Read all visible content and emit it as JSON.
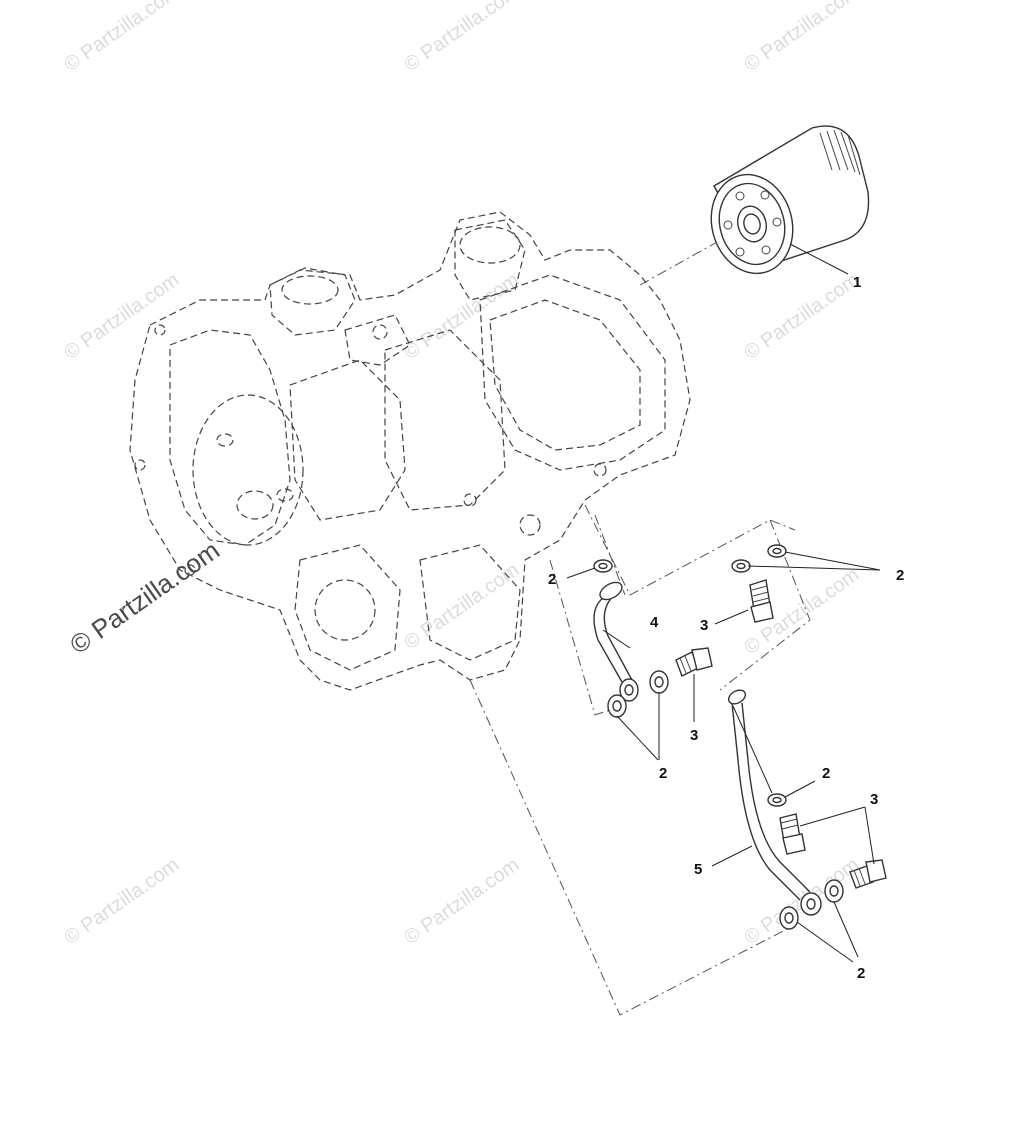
{
  "watermark": {
    "text": "© Partzilla.com",
    "large_text": "© Partzilla.com"
  },
  "callouts": {
    "oil_filter": "1",
    "washer_a": "2",
    "washer_b": "2",
    "washer_c": "2",
    "washer_d": "2",
    "washer_e": "2",
    "bolt_a": "3",
    "bolt_b": "3",
    "bolt_c": "3",
    "oil_line_upper": "4",
    "oil_line_lower": "5"
  },
  "colors": {
    "line": "#333333",
    "watermark": "#dcdcdc",
    "watermark_large": "#4a4a4a"
  }
}
